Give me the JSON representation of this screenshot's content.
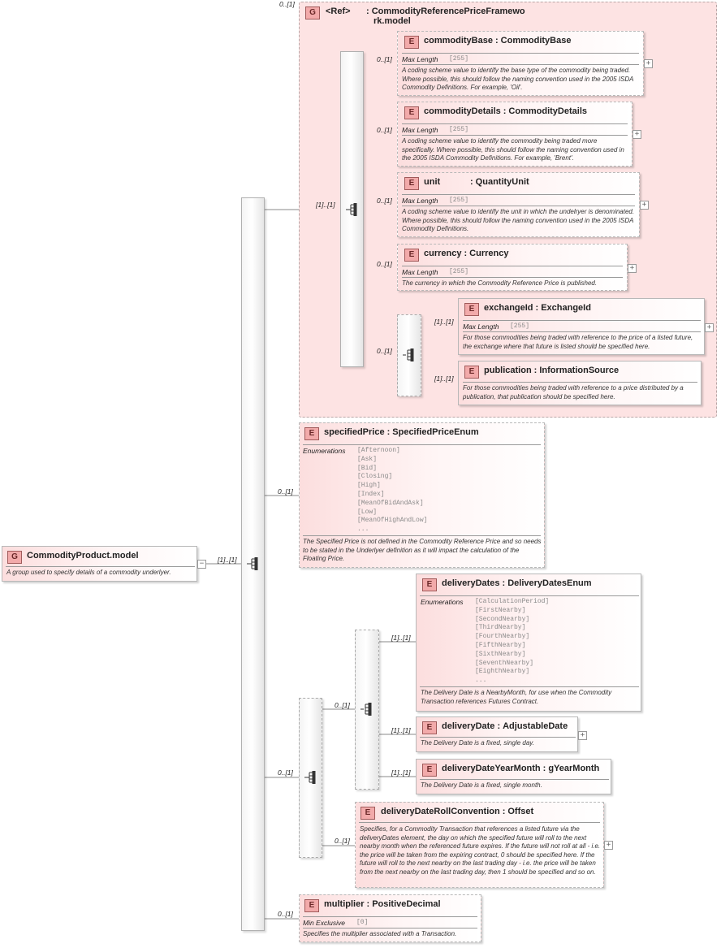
{
  "root": {
    "tag": "G",
    "name": "CommodityProduct.model",
    "description": "A group used to specify details of a commodity underlyer.",
    "card": "[1]..[1]"
  },
  "main_seq_card": "[1]..[1]",
  "ref_group": {
    "card": "0..[1]",
    "tag": "G",
    "ref": "<Ref>",
    "type_line1": ": CommodityReferencePriceFramewo",
    "type_line2": "rk.model",
    "seq_card": "[1]..[1]",
    "elements": [
      {
        "card": "0..[1]",
        "tag": "E",
        "name": "commodityBase",
        "type": "CommodityBase",
        "label": "Max Length",
        "value": "[255]",
        "description": "A coding scheme value to identify the base type of the commodity being traded. Where possible, this should follow the naming convention used in the 2005 ISDA Commodity Definitions. For example, 'Oil'."
      },
      {
        "card": "0..[1]",
        "tag": "E",
        "name": "commodityDetails",
        "type": "CommodityDetails",
        "label": "Max Length",
        "value": "[255]",
        "description": "A coding scheme value to identify the commodity being traded more specifically. Where possible, this should follow the naming convention used in the 2005 ISDA Commodity Definitions. For example, 'Brent'."
      },
      {
        "card": "0..[1]",
        "tag": "E",
        "name": "unit",
        "type": "QuantityUnit",
        "label": "Max Length",
        "value": "[255]",
        "description": "A coding scheme value to identify the unit in which the undelryer is denominated. Where possible, this should follow the naming convention used in the 2005 ISDA Commodity Definitions."
      },
      {
        "card": "0..[1]",
        "tag": "E",
        "name": "currency",
        "type": "Currency",
        "label": "Max Length",
        "value": "[255]",
        "description": "The currency in which the Commodity Reference Price is published."
      }
    ],
    "choice_card": "0..[1]",
    "choice_elements": [
      {
        "card": "[1]..[1]",
        "tag": "E",
        "name": "exchangeId",
        "type": "ExchangeId",
        "label": "Max Length",
        "value": "[255]",
        "description": "For those commodities being traded with reference to the price of a listed future, the exchange where that future is listed should be specified here."
      },
      {
        "card": "[1]..[1]",
        "tag": "E",
        "name": "publication",
        "type": "InformationSource",
        "description": "For those commodities being traded with reference to a price distributed by a publication, that publication should be specified here."
      }
    ]
  },
  "specified_price": {
    "card": "0..[1]",
    "tag": "E",
    "name": "specifiedPrice",
    "type": "SpecifiedPriceEnum",
    "label": "Enumerations",
    "enums": [
      "[Afternoon]",
      "[Ask]",
      "[Bid]",
      "[Closing]",
      "[High]",
      "[Index]",
      "[MeanOfBidAndAsk]",
      "[Low]",
      "[MeanOfHighAndLow]",
      "..."
    ],
    "description": "The Specified Price is not defined in the Commodity Reference Price and so needs to be stated in the Underlyer definition as it will impact the calculation of the Floating Price."
  },
  "delivery_seq": {
    "card": "0..[1]",
    "choice_card": "0..[1]",
    "delivery_dates": {
      "card": "[1]..[1]",
      "tag": "E",
      "name": "deliveryDates",
      "type": "DeliveryDatesEnum",
      "label": "Enumerations",
      "enums": [
        "[CalculationPeriod]",
        "[FirstNearby]",
        "[SecondNearby]",
        "[ThirdNearby]",
        "[FourthNearby]",
        "[FifthNearby]",
        "[SixthNearby]",
        "[SeventhNearby]",
        "[EighthNearby]",
        "..."
      ],
      "description": "The Delivery Date is a NearbyMonth, for use when the Commodity Transaction references Futures Contract."
    },
    "delivery_date": {
      "card": "[1]..[1]",
      "tag": "E",
      "name": "deliveryDate",
      "type": "AdjustableDate",
      "description": "The Delivery Date is a fixed, single day."
    },
    "delivery_date_year_month": {
      "card": "[1]..[1]",
      "tag": "E",
      "name": "deliveryDateYearMonth",
      "type": "gYearMonth",
      "description": "The Delivery Date is a fixed, single month."
    },
    "roll_convention": {
      "card": "0..[1]",
      "tag": "E",
      "name": "deliveryDateRollConvention",
      "type": "Offset",
      "description": "Specifies, for a Commodity Transaction that references a listed future via the deliveryDates element, the day on which the specified future will roll to the next nearby month when the referenced future expires. If the future will not roll at all - i.e. the price will be taken from the expiring contract, 0 should be specified here. If the future will roll to the next nearby on the last trading day - i.e. the price will be taken from the next nearby on the last trading day, then 1 should be specified and so on."
    }
  },
  "multiplier": {
    "card": "0..[1]",
    "tag": "E",
    "name": "multiplier",
    "type": "PositiveDecimal",
    "label": "Min Exclusive",
    "value": "[0]",
    "description": "Specifies the multiplier associated with a Transaction."
  },
  "icons": {
    "expand": "plus-box-icon",
    "collapse": "minus-box-icon",
    "sequence": "sequence-compositor-icon",
    "choice": "choice-compositor-icon"
  }
}
